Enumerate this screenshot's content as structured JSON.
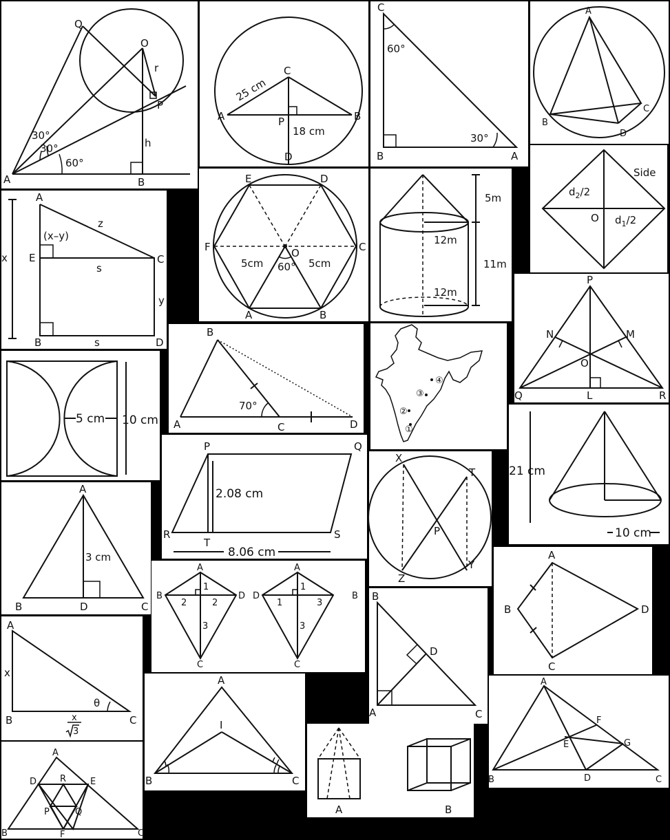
{
  "colors": {
    "background": "#000000",
    "panel": "#ffffff",
    "ink": "#111111"
  },
  "panels": {
    "p1": {
      "labels": [
        "Q",
        "O",
        "r",
        "P",
        "A",
        "B",
        "h",
        "30°",
        "30°",
        "60°"
      ]
    },
    "p2": {
      "labels": [
        "C",
        "25 cm",
        "A",
        "P",
        "B",
        "18 cm",
        "D"
      ]
    },
    "p3": {
      "labels": [
        "C",
        "60°",
        "30°",
        "B",
        "A"
      ]
    },
    "p4": {
      "labels": [
        "A",
        "B",
        "C",
        "D"
      ]
    },
    "p5": {
      "labels": [
        "A",
        "x",
        "(x–y)",
        "z",
        "E",
        "C",
        "s",
        "y",
        "B",
        "s",
        "D"
      ]
    },
    "p6": {
      "labels": [
        "E",
        "D",
        "F",
        "C",
        "O",
        "5cm",
        "5cm",
        "60°",
        "A",
        "B"
      ]
    },
    "p7": {
      "labels": [
        "5m",
        "12m",
        "11m",
        "12m"
      ]
    },
    "p8": {
      "labels": [
        "Side",
        "O"
      ],
      "d2_main": "d",
      "d2_sub": "2",
      "d2_tail": "/2",
      "d1_main": "d",
      "d1_sub": "1",
      "d1_tail": "/2"
    },
    "p9": {
      "labels": [
        "P",
        "N",
        "M",
        "O",
        "Q",
        "L",
        "R"
      ]
    },
    "p10": {
      "labels": [
        "5 cm",
        "10 cm"
      ]
    },
    "p11": {
      "labels": [
        "B",
        "70°",
        "A",
        "C",
        "D"
      ]
    },
    "p12": {
      "labels": [
        "④",
        "③",
        "②",
        "①"
      ]
    },
    "p13": {
      "labels": [
        "21 cm",
        "10 cm"
      ]
    },
    "p14": {
      "labels": [
        "P",
        "Q",
        "2.08 cm",
        "R",
        "T",
        "S",
        "8.06 cm"
      ]
    },
    "p15": {
      "labels": [
        "X",
        "T",
        "P",
        "Z",
        "Y"
      ]
    },
    "p16": {
      "labels": [
        "A",
        "3 cm",
        "B",
        "D",
        "C"
      ]
    },
    "p17": {
      "labels": [
        "A",
        "1",
        "B",
        "2",
        "2",
        "D",
        "3",
        "C",
        "A",
        "1",
        "D",
        "1",
        "3",
        "B",
        "3",
        "C"
      ]
    },
    "p18": {
      "labels": [
        "A",
        "B",
        "D",
        "C"
      ]
    },
    "p19": {
      "labels": [
        "B",
        "D",
        "A",
        "C"
      ]
    },
    "p20": {
      "labels": [
        "A",
        "x",
        "θ",
        "B",
        "C",
        "x",
        "3"
      ]
    },
    "p21": {
      "labels": [
        "A",
        "I",
        "B",
        "C"
      ]
    },
    "p22": {
      "labels": [
        "A",
        "F",
        "E",
        "G",
        "B",
        "D",
        "C"
      ]
    },
    "p23": {
      "labels": [
        "A",
        "D",
        "R",
        "E",
        "P",
        "Q",
        "B",
        "F",
        "C"
      ]
    },
    "p24": {
      "labels": [
        "A",
        "B"
      ]
    }
  }
}
